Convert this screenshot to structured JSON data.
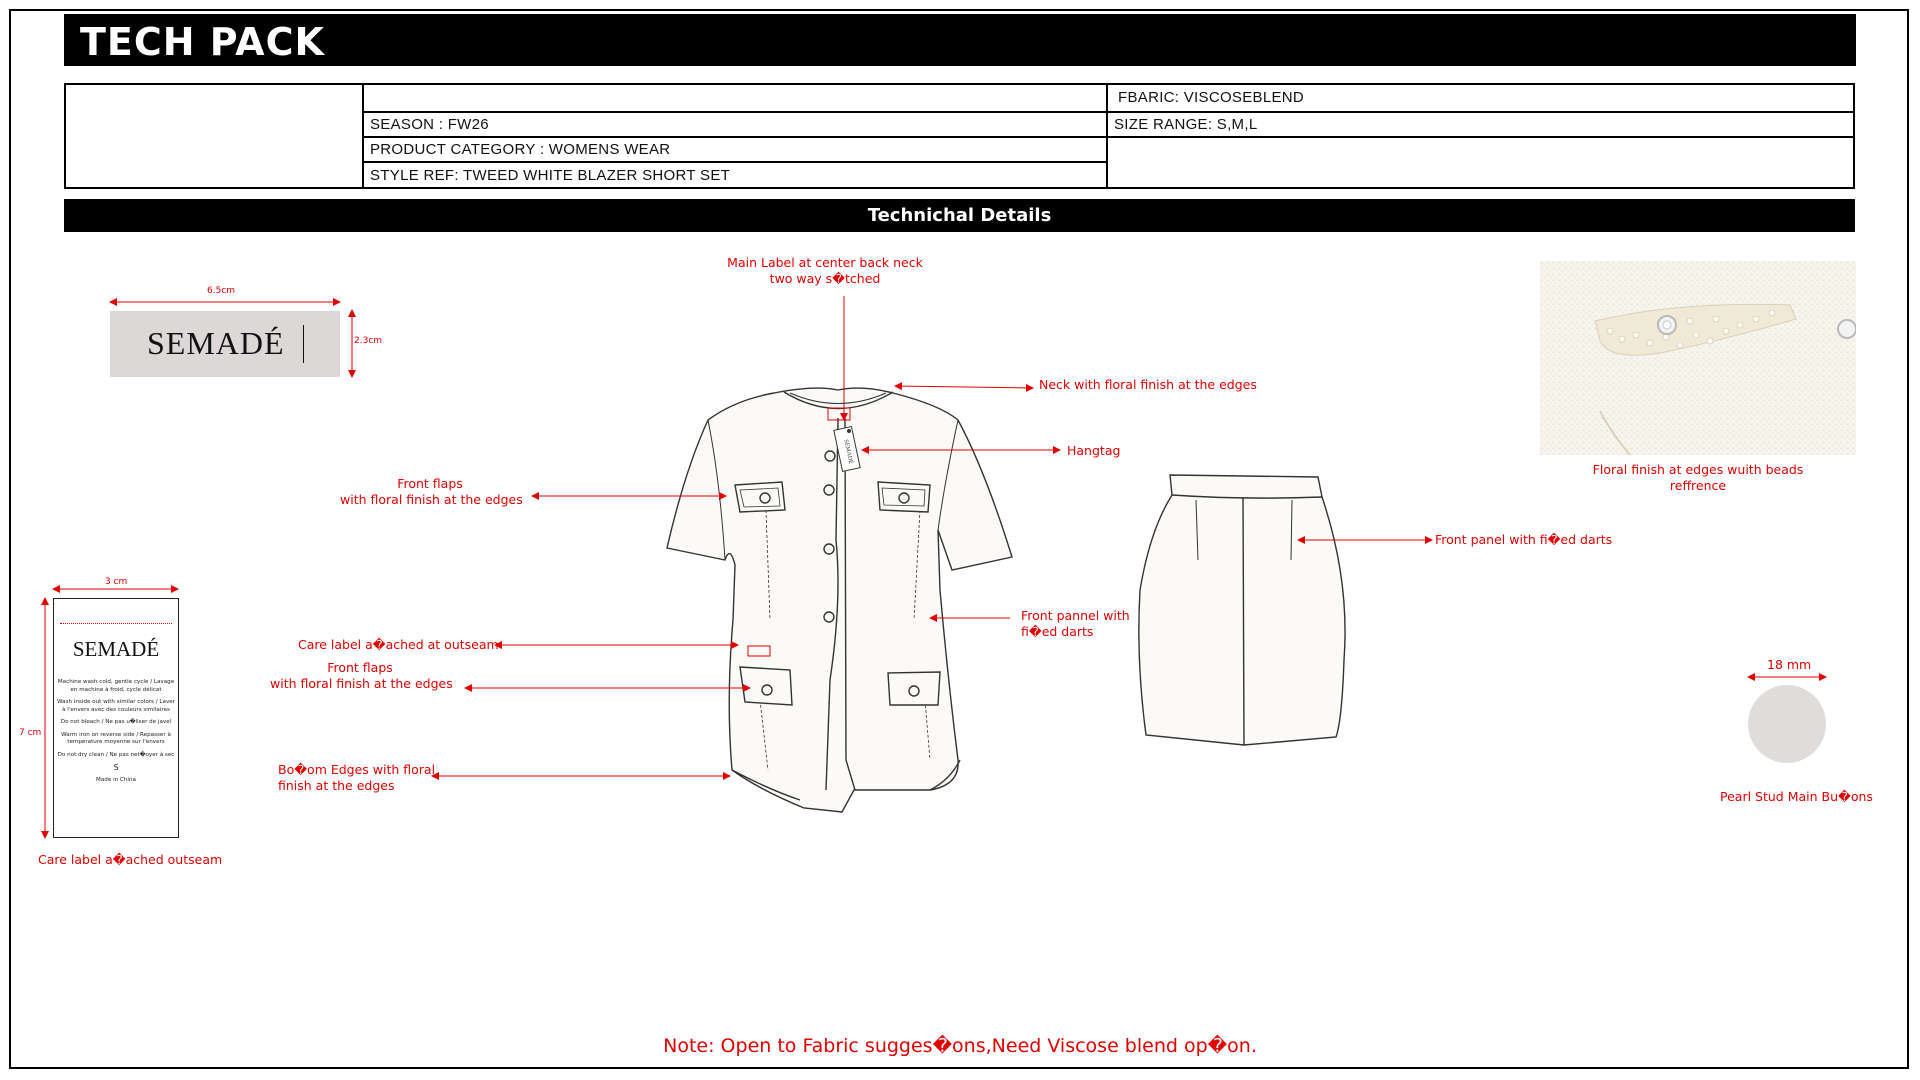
{
  "header": {
    "title": "TECH PACK"
  },
  "info": {
    "fabric": "FBARIC: VISCOSEBLEND",
    "season": "SEASON : FW26",
    "size_range": "SIZE RANGE: S,M,L",
    "category": "PRODUCT CATEGORY : WOMENS WEAR",
    "style_ref": "STYLE REF: TWEED WHITE BLAZER SHORT SET"
  },
  "section": {
    "title": "Technichal Details"
  },
  "brand_label": {
    "brand": "SEMADÉ",
    "width": "6.5cm",
    "height": "2.3cm"
  },
  "care_label": {
    "width": "3 cm",
    "height": "7 cm",
    "brand": "SEMADÉ",
    "lines": [
      "Machine wash cold, gentle cycle / Lavage en machine à froid, cycle délicat",
      "Wash inside out with similar colors / Laver à l'envers avec des couleurs similaires",
      "Do not bleach / Ne pas u�liser de javel",
      "Warm iron on reverse side / Repasser à température moyenne sur l'envers",
      "Do not dry clean / Ne pas net�oyer à sec"
    ],
    "size": "S",
    "origin": "Made in China",
    "caption": "Care label a�ached outseam"
  },
  "callouts": {
    "main_label_1": "Main Label at center back neck",
    "main_label_2": "two way s�tched",
    "neck": "Neck with floral finish at the edges",
    "hangtag": "Hangtag",
    "front_flaps_top_1": "Front flaps",
    "front_flaps_top_2": "with floral finish at the edges",
    "care_label": "Care label a�ached at outseam",
    "front_flaps_bottom_1": "Front flaps",
    "front_flaps_bottom_2": "with floral finish at the edges",
    "bottom_edges_1": "Bo�om Edges with floral",
    "bottom_edges_2": "finish at the edges",
    "front_pannel_1": "Front pannel with",
    "front_pannel_2": "fi�ed darts",
    "skirt_panel": "Front panel with fi�ed darts",
    "swatch_1": "Floral finish at edges wuith beads",
    "swatch_2": "reffrence",
    "button_size": "18 mm",
    "button_caption": "Pearl Stud Main Bu�ons"
  },
  "hangtag_text": "SEMADÉ",
  "footer": {
    "note": "Note: Open to Fabric sugges�ons,Need Viscose blend op�on."
  },
  "colors": {
    "accent": "#e00000",
    "bar": "#000000",
    "label_bg": "#dcd8d8",
    "button": "#e0dcdc"
  }
}
